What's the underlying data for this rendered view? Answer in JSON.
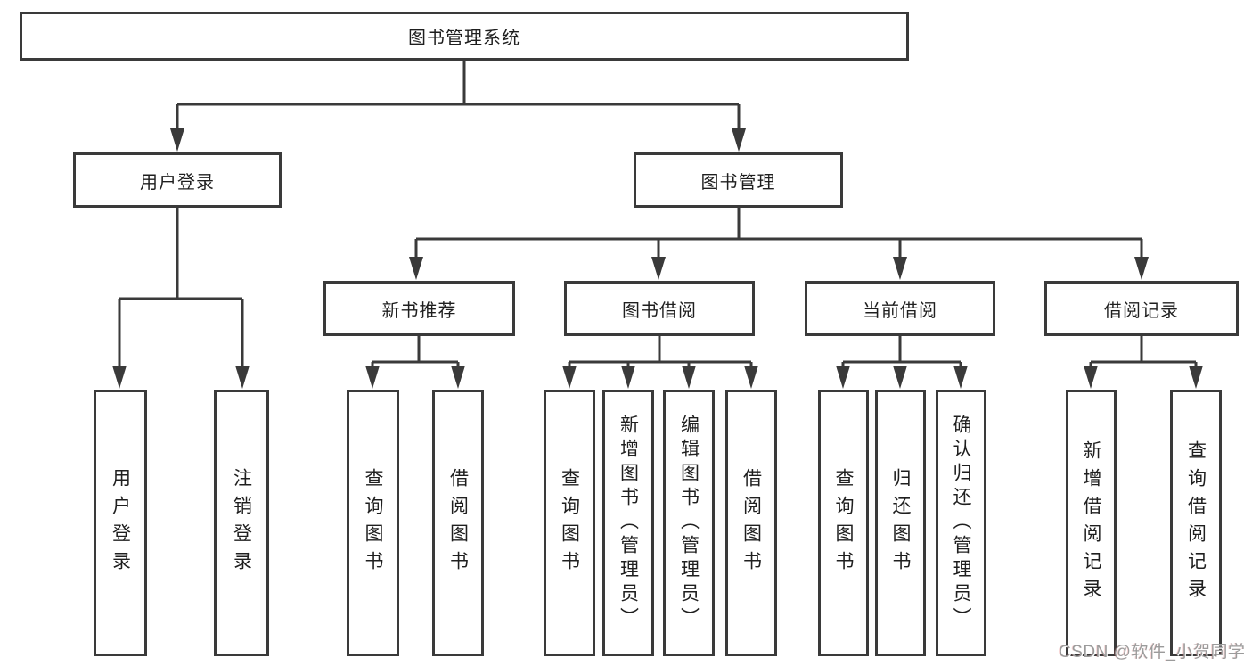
{
  "diagram": {
    "root": "图书管理系统",
    "level2": {
      "user_login": "用户登录",
      "book_mgmt": "图书管理"
    },
    "level3": {
      "new_books": "新书推荐",
      "book_borrow": "图书借阅",
      "current_borrow": "当前借阅",
      "borrow_records": "借阅记录"
    },
    "leaves": {
      "user_login": [
        "用户登录",
        "注销登录"
      ],
      "new_books": [
        "查询图书",
        "借阅图书"
      ],
      "book_borrow": [
        "查询图书",
        "新增图书（管理员）",
        "编辑图书（管理员）",
        "借阅图书"
      ],
      "current_borrow": [
        "查询图书",
        "归还图书",
        "确认归还（管理员）"
      ],
      "borrow_records": [
        "新增借阅记录",
        "查询借阅记录"
      ]
    },
    "colors": {
      "line": "#3a3a3a",
      "text": "#1f1f1f",
      "background": "#ffffff",
      "watermark": "#9b9b9b"
    }
  },
  "watermark": "CSDN @软件_小贺同学"
}
